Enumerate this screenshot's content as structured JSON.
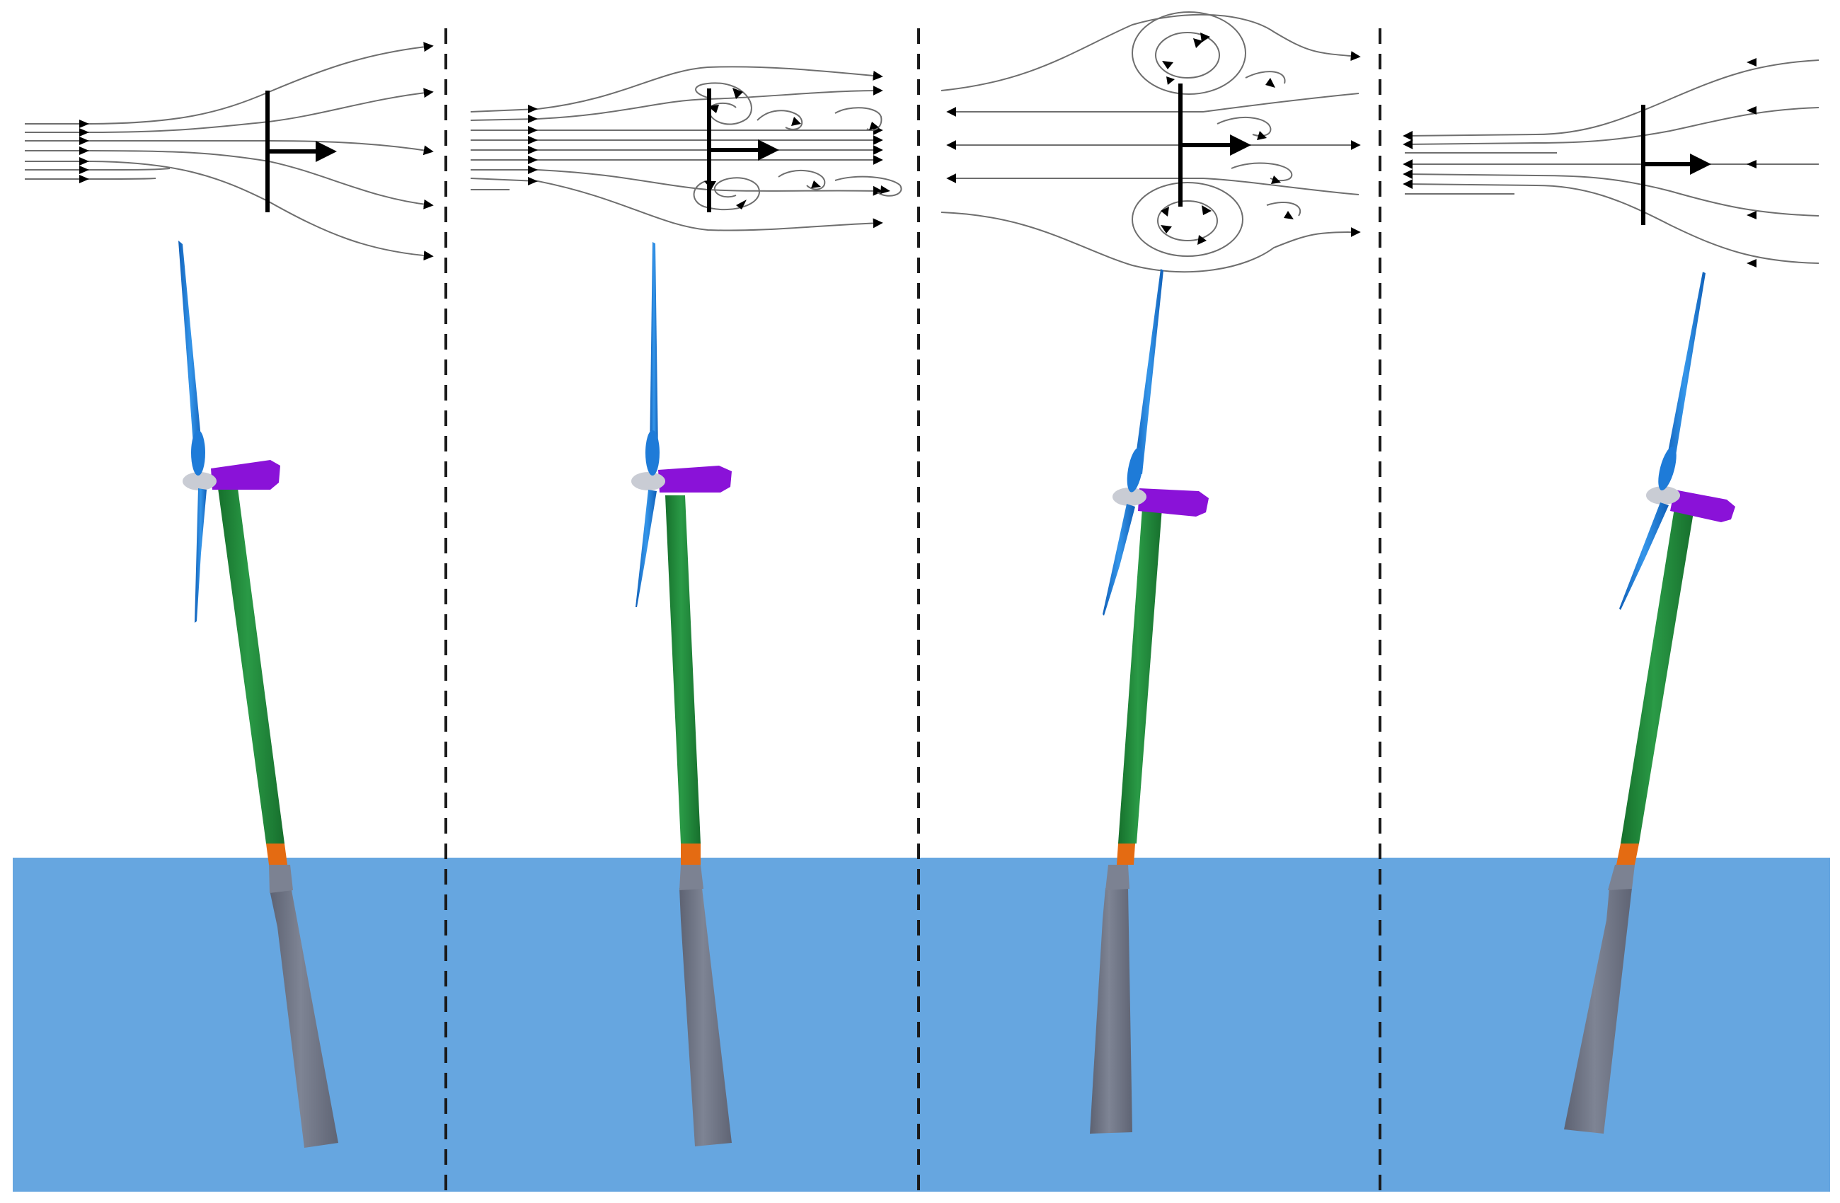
{
  "figure": {
    "panel_count": 4,
    "panels": [
      {
        "id": "panel-1",
        "inflow": "left-to-right",
        "flow_pattern": "expanding-streamlines",
        "tilt": "back-leaning",
        "thrust_arrow": "right"
      },
      {
        "id": "panel-2",
        "inflow": "left-to-right",
        "flow_pattern": "tip-vortices-near-rotor",
        "tilt": "slight",
        "thrust_arrow": "right"
      },
      {
        "id": "panel-3",
        "inflow": "mixed-recirculating",
        "flow_pattern": "large-vortex-rings",
        "tilt": "forward-leaning",
        "thrust_arrow": "right"
      },
      {
        "id": "panel-4",
        "inflow": "right-to-left",
        "flow_pattern": "converging-streamlines",
        "tilt": "forward-leaning",
        "thrust_arrow": "right"
      }
    ]
  },
  "colors": {
    "water": "#66a6e0",
    "tower": "#228b3c",
    "transition": "#e46b12",
    "platform": "#767c8a",
    "nacelle": "#8a12d8",
    "blade": "#1e7bd8",
    "hub": "#c9ccd4",
    "streamline": "#6e6e6e",
    "divider": "#1a1a1a"
  }
}
